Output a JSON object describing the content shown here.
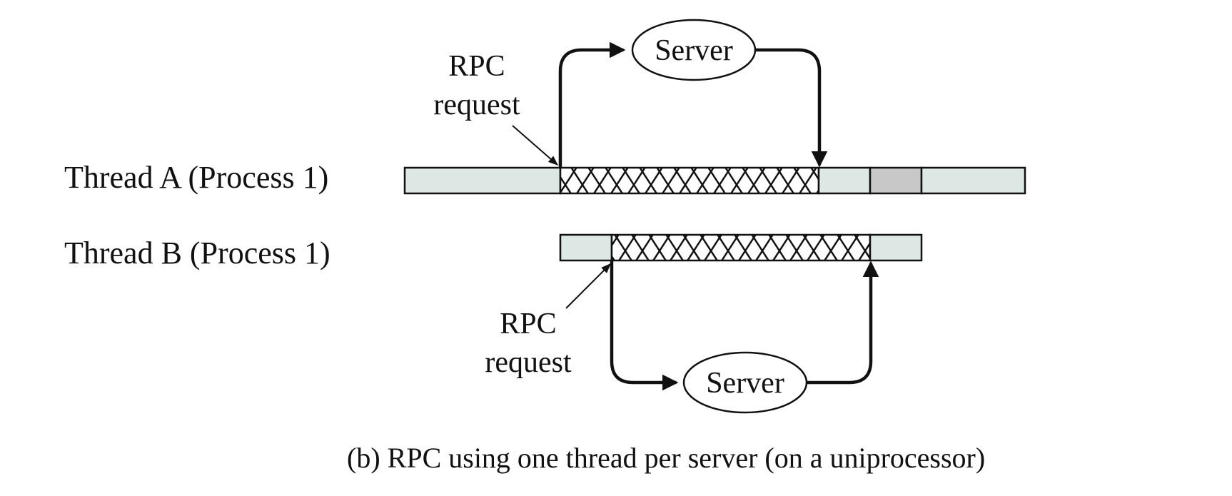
{
  "threads": [
    {
      "label": "Thread A (Process 1)"
    },
    {
      "label": "Thread B (Process 1)"
    }
  ],
  "rpc_top": {
    "line1": "RPC",
    "line2": "request"
  },
  "rpc_bottom": {
    "line1": "RPC",
    "line2": "request"
  },
  "server_top": {
    "label": "Server"
  },
  "server_bottom": {
    "label": "Server"
  },
  "caption": "(b) RPC using one thread per server (on a uniprocessor)",
  "colors": {
    "running": "#dde8e5",
    "blocked_hatch": "#111111",
    "waiting": "#c8c8c8",
    "line": "#111111"
  }
}
